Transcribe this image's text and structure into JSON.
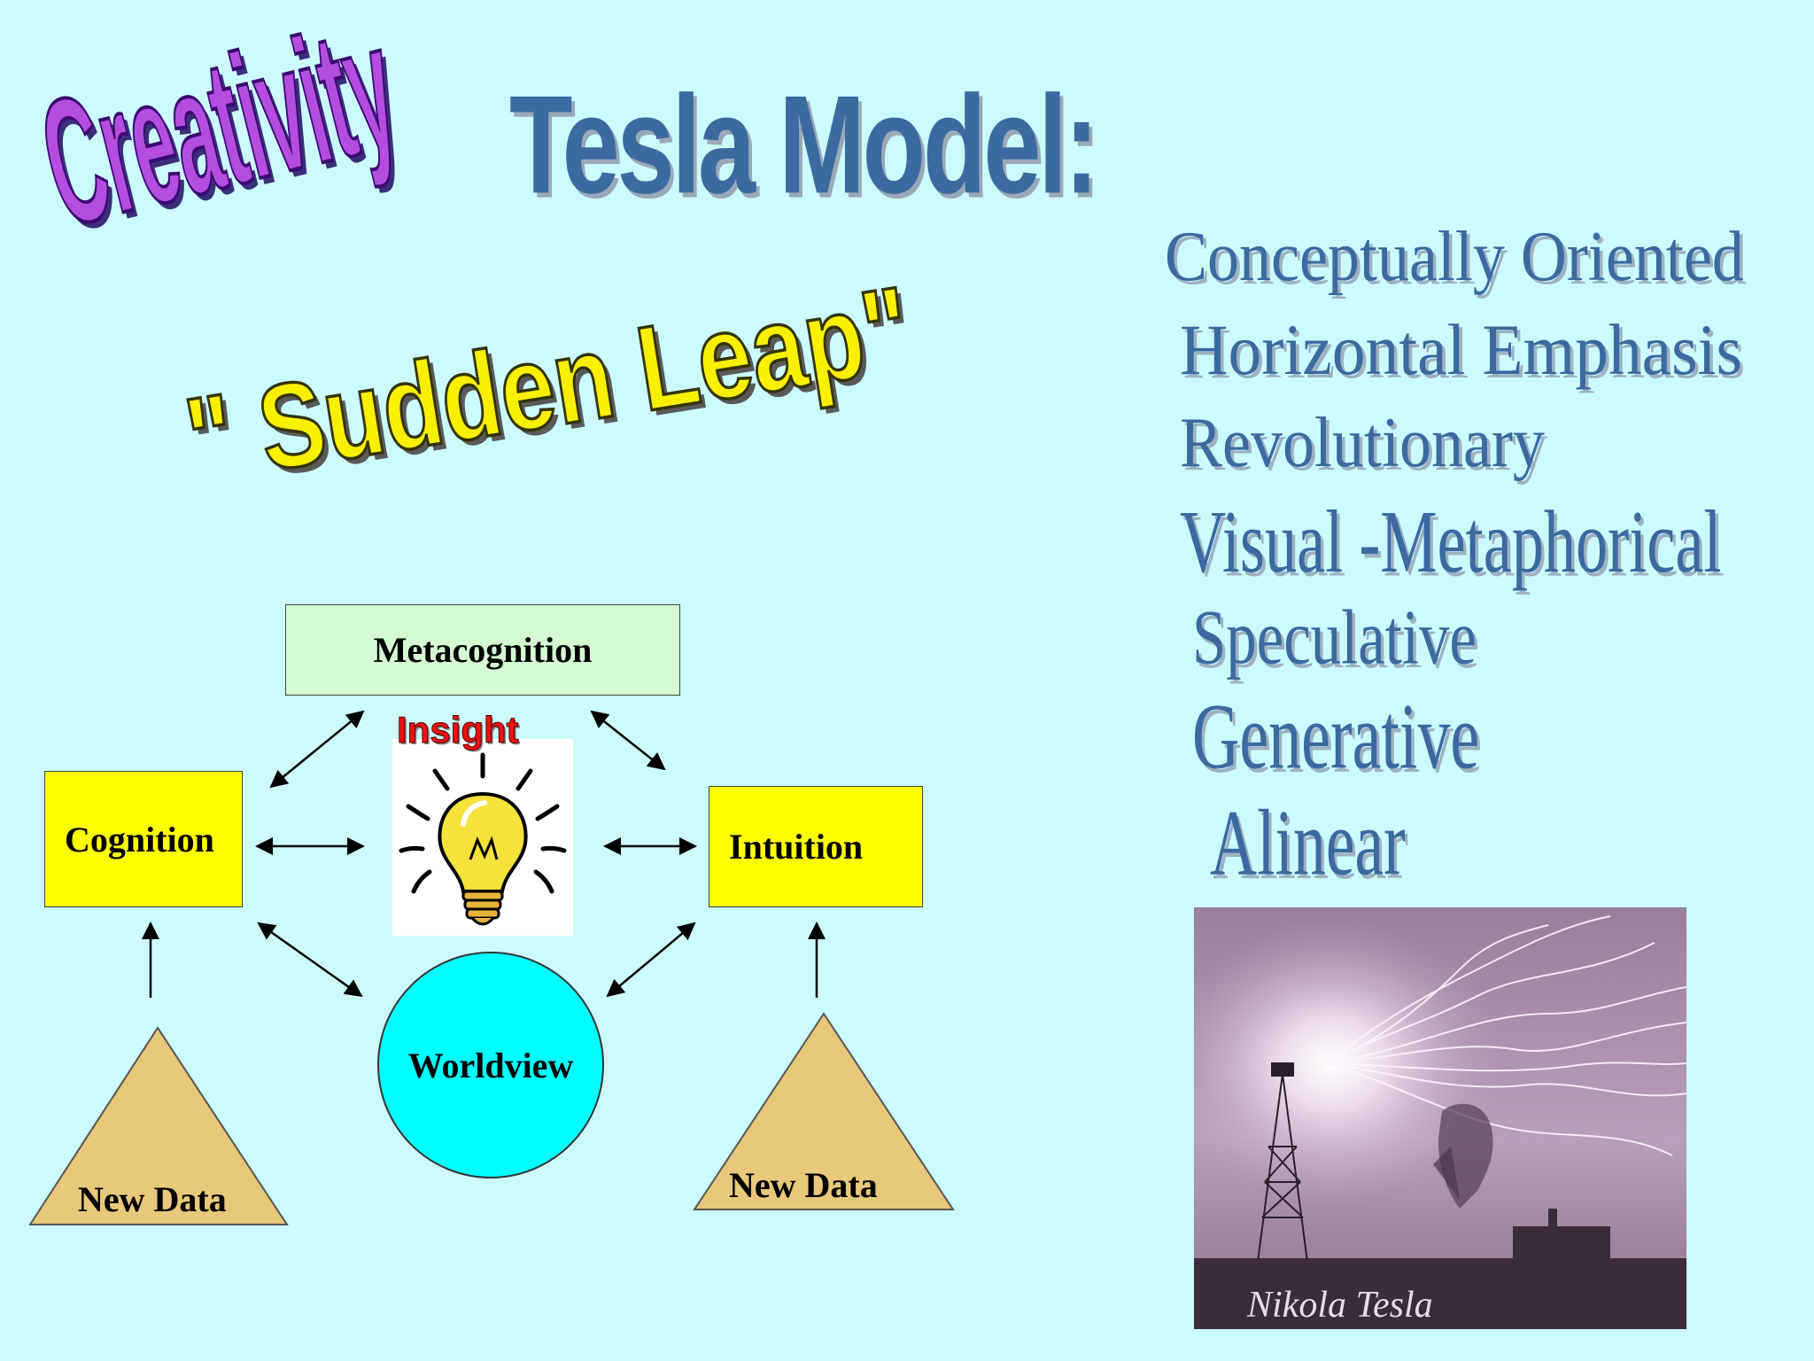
{
  "slide": {
    "wordart_creativity": "Creativity",
    "title": "Tesla Model:",
    "subtitle_wordart": "\" Sudden Leap\"",
    "traits": [
      "Conceptually Oriented",
      "Horizontal Emphasis",
      "Revolutionary",
      "Visual  -Metaphorical",
      "Speculative",
      "Generative",
      "Alinear"
    ],
    "colors": {
      "background": "#ccfbfd",
      "title_blue": "#3a6aa0",
      "wordart_purple": "#b54de0",
      "wordart_yellow": "#f8f000",
      "box_yellow": "#ffff00",
      "box_green": "#d4fbd2",
      "circle_cyan": "#00ffff",
      "triangle_tan": "#e8c87a",
      "insight_red": "#ee1111",
      "photo_purple": "#b59ab5"
    }
  },
  "diagram": {
    "metacognition": "Metacognition",
    "cognition": "Cognition",
    "intuition": "Intuition",
    "worldview": "Worldview",
    "insight": "Insight",
    "new_data_left": "New Data",
    "new_data_right": "New Data",
    "bulb_icon": "lightbulb-icon"
  },
  "photo": {
    "signature": "Nikola Tesla"
  }
}
